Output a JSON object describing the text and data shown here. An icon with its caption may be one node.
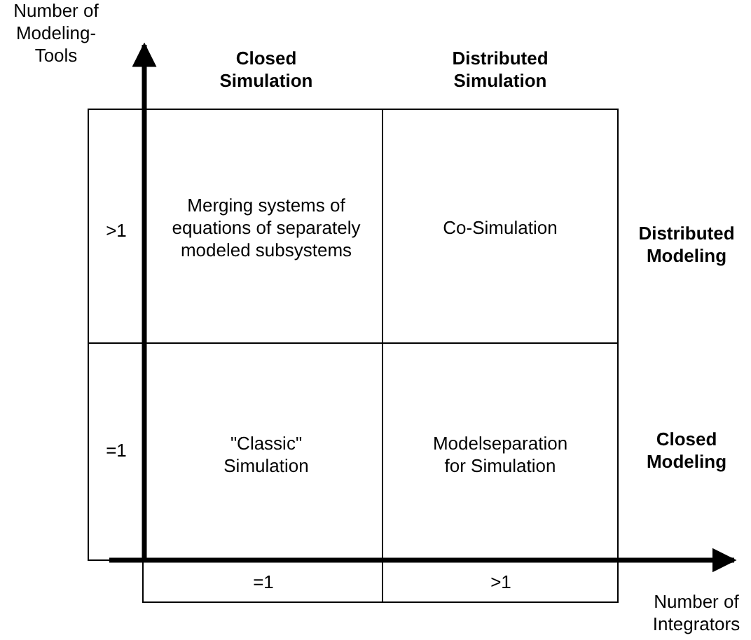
{
  "diagram": {
    "labels": [
      "Number of Modeling-Tools",
      "Closed Simulation",
      "Distributed Simulation",
      ">1",
      "Merging systems of equations of separately modeled subsystems",
      "Co-Simulation",
      "Distributed Modeling",
      "=1",
      "\"Classic\" Simulation",
      "Modelseparation for Simulation",
      "Closed Modeling",
      "=1",
      ">1",
      "Number of Integrators"
    ]
  }
}
